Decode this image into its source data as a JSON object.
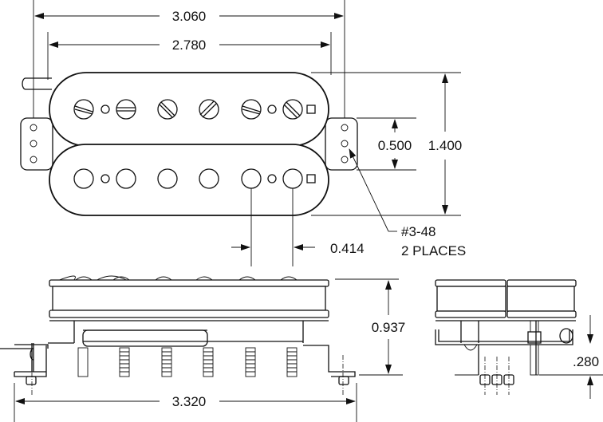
{
  "dimensions": {
    "overall_length": "3.060",
    "bobbin_length": "2.780",
    "overall_width": "1.400",
    "mount_hole_spacing": "0.500",
    "pole_spacing": "0.414",
    "screw_note_line1": "#3-48",
    "screw_note_line2": "2 PLACES",
    "height": "0.937",
    "baseplate_length": "3.320",
    "leg_height": ".280"
  }
}
